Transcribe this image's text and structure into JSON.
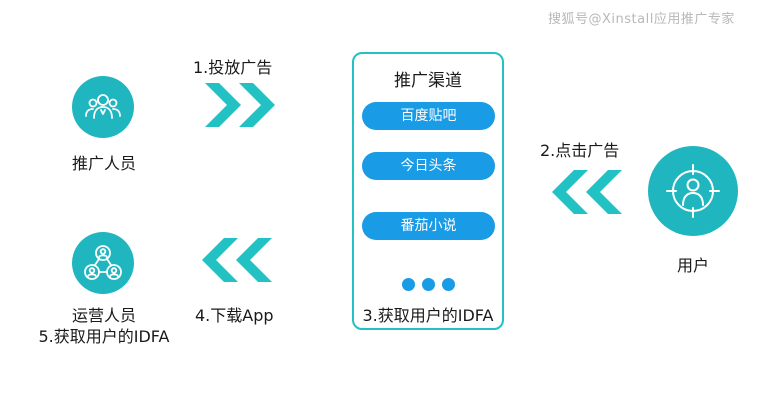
{
  "watermark": "搜狐号@Xinstall应用推广专家",
  "nodes": {
    "promoter": {
      "label": "推广人员",
      "icon": "team-icon"
    },
    "operator": {
      "label_line1": "运营人员",
      "label_line2": "5.获取用户的IDFA",
      "icon": "network-people-icon"
    },
    "user": {
      "label": "用户",
      "icon": "target-person-icon"
    }
  },
  "steps": {
    "step1": {
      "label": "1.投放广告",
      "arrow": "double-chevron-right-icon"
    },
    "step2": {
      "label": "2.点击广告",
      "arrow": "double-chevron-left-icon"
    },
    "step4": {
      "label": "4.下载App",
      "arrow": "double-chevron-left-icon"
    }
  },
  "channels": {
    "title": "推广渠道",
    "items": [
      "百度贴吧",
      "今日头条",
      "番茄小说"
    ],
    "footer": "3.获取用户的IDFA"
  },
  "colors": {
    "teal": "#20b6bf",
    "arrow_teal": "#22c1c3",
    "pill_blue": "#1a9be6"
  }
}
